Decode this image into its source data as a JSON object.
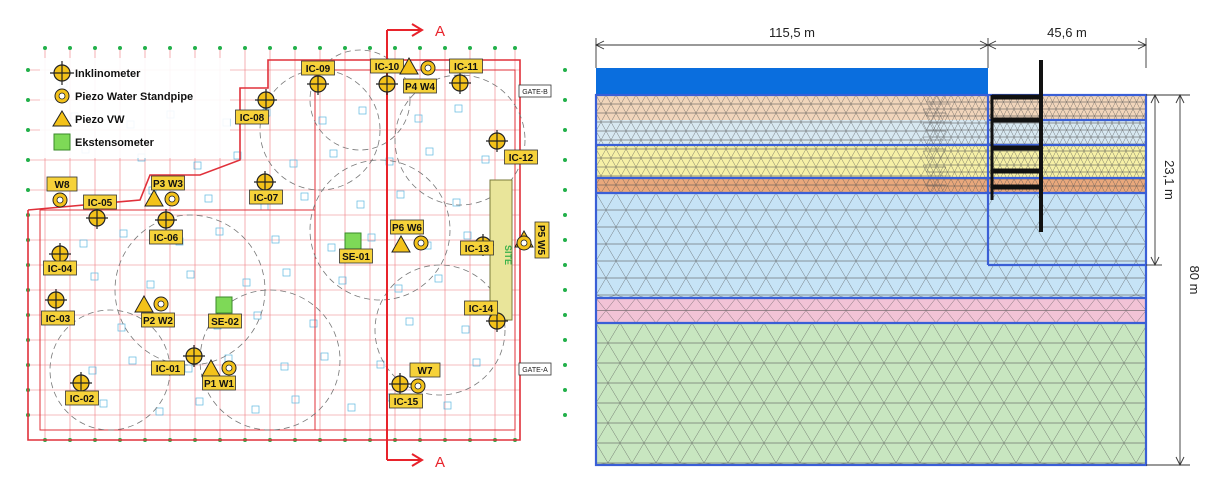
{
  "plan": {
    "legend": {
      "inclinometer": "Inklinometer",
      "piezo_standpipe": "Piezo Water Standpipe",
      "piezo_vw": "Piezo VW",
      "extensometer": "Ekstensometer"
    },
    "section_marker": "A",
    "gates": {
      "gate_b": "GATE-B",
      "gate_a": "GATE-A"
    },
    "site_label": "SITE",
    "labels": {
      "ic01": "IC-01",
      "ic02": "IC-02",
      "ic03": "IC-03",
      "ic04": "IC-04",
      "ic05": "IC-05",
      "ic06": "IC-06",
      "ic07": "IC-07",
      "ic08": "IC-08",
      "ic09": "IC-09",
      "ic10": "IC-10",
      "ic11": "IC-11",
      "ic12": "IC-12",
      "ic13": "IC-13",
      "ic14": "IC-14",
      "ic15": "IC-15",
      "p1w1": "P1 W1",
      "p2w2": "P2 W2",
      "p3w3": "P3 W3",
      "p4w4": "P4 W4",
      "p5w5": "P5 W5",
      "p6w6": "P6 W6",
      "w7": "W7",
      "w8": "W8",
      "se01": "SE-01",
      "se02": "SE-02"
    }
  },
  "section": {
    "dim_left": "115,5 m",
    "dim_right": "45,6 m",
    "dim_wall_depth": "23,1 m",
    "dim_total_depth": "80 m"
  },
  "colors": {
    "grid_red": "#e0303a",
    "grid_green": "#22b04a",
    "marker_yellow": "#f3c21a",
    "label_yellow": "#f6d23a",
    "extensometer_green": "#7ed957",
    "water_blue": "#0a6ede",
    "layer_tan": "#f1d5bb",
    "layer_lightblue": "#cfe6f4",
    "layer_yellow": "#f6f0a6",
    "layer_orange": "#e9a87c",
    "layer_blue": "#c6e3f6",
    "layer_pink": "#f2c3d6",
    "layer_green": "#c8e6c0",
    "boundary_blue": "#3a5fd6"
  }
}
